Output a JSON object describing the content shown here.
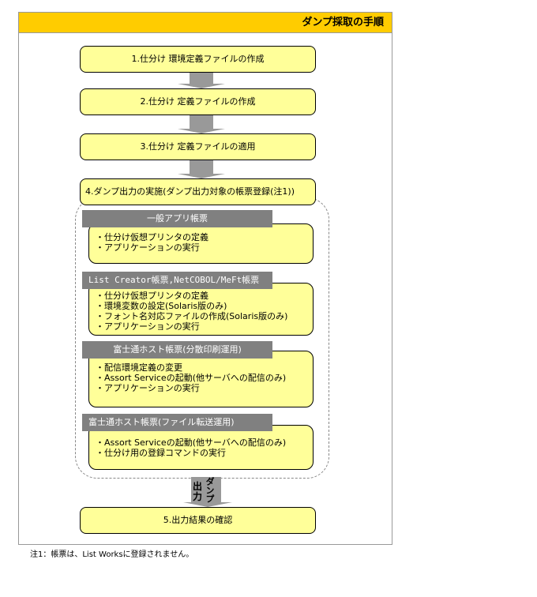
{
  "title": "ダンプ採取の手順",
  "steps": [
    "1.仕分け 環境定義ファイルの作成",
    "2.仕分け 定義ファイルの作成",
    "3.仕分け 定義ファイルの適用",
    "4.ダンプ出力の実施(ダンプ出力対象の帳票登録(注1))",
    "5.出力結果の確認"
  ],
  "groups": [
    {
      "title": "一般アプリ帳票",
      "items": [
        "・仕分け仮想プリンタの定義",
        "・アプリケーションの実行"
      ]
    },
    {
      "title": "List Creator帳票,NetCOBOL/MeFt帳票",
      "items": [
        "・仕分け仮想プリンタの定義",
        "・環境変数の設定(Solaris版のみ)",
        "・フォント名対応ファイルの作成(Solaris版のみ)",
        "・アプリケーションの実行"
      ]
    },
    {
      "title": "富士通ホスト帳票(分散印刷運用)",
      "items": [
        "・配信環境定義の変更",
        "・Assort Serviceの起動(他サーバへの配信のみ)",
        "・アプリケーションの実行"
      ]
    },
    {
      "title": "富士通ホスト帳票(ファイル転送運用)",
      "items": [
        "・Assort Serviceの起動(他サーバへの配信のみ)",
        "・仕分け用の登録コマンドの実行"
      ]
    }
  ],
  "final_arrow": {
    "label1": "出力",
    "label2": "ダンプ"
  },
  "note": "注1：帳票は、List Worksに登録されません。"
}
